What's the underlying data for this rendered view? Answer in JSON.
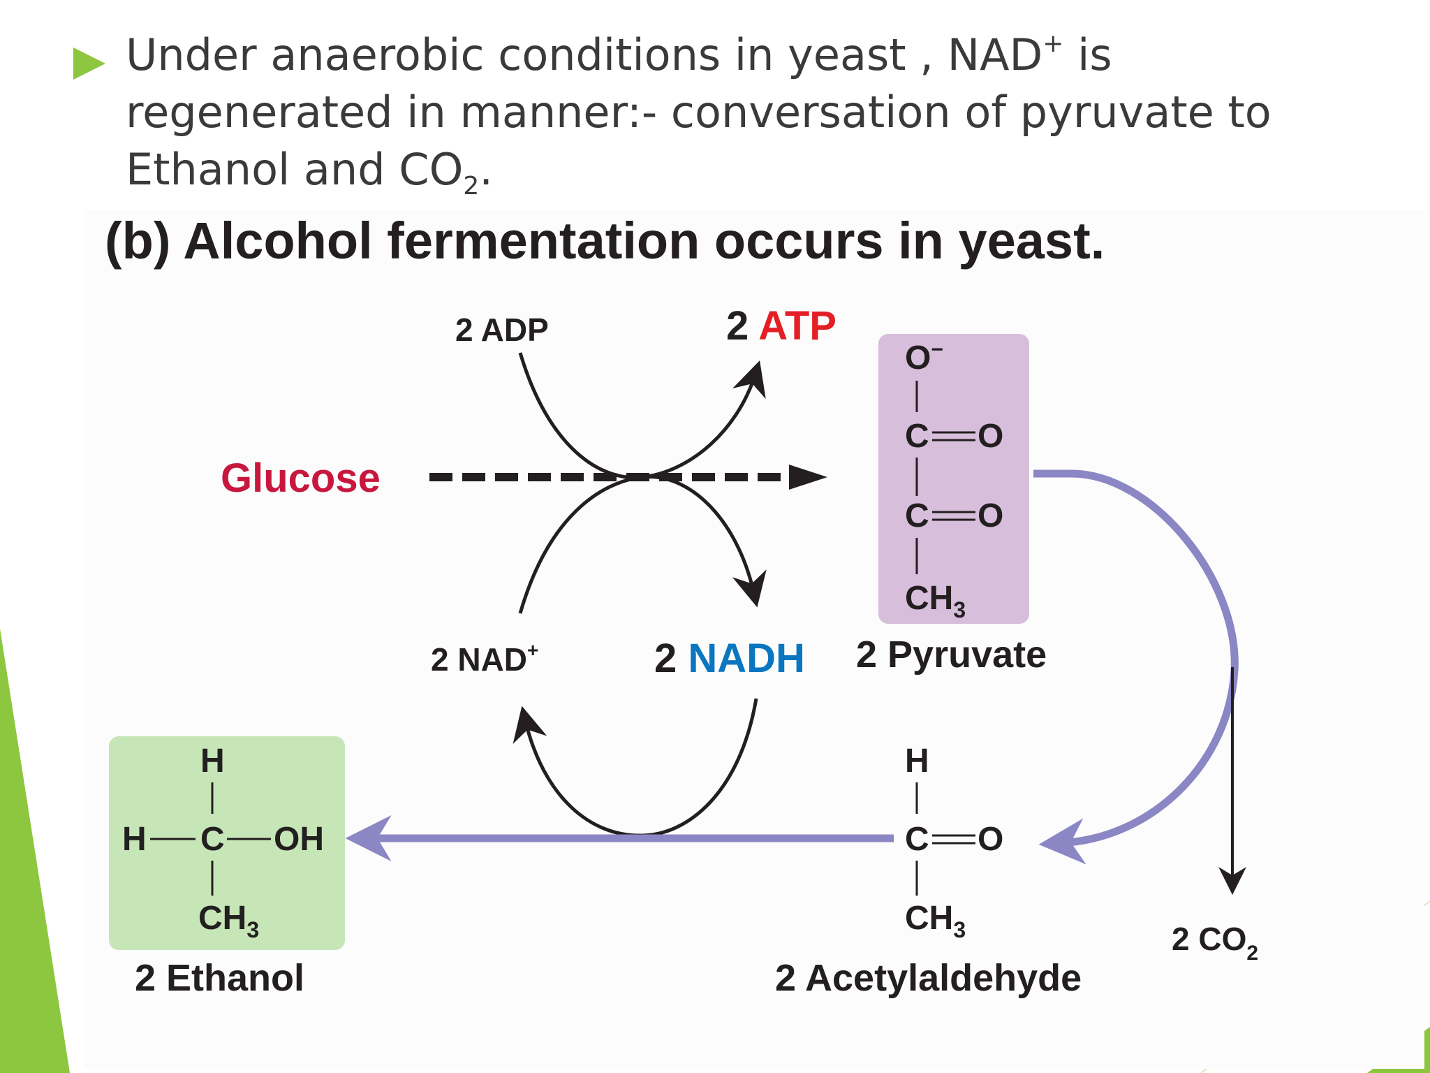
{
  "slide": {
    "bullet": {
      "line1_before": "Under anaerobic conditions in yeast , NAD",
      "line1_sup": "+",
      "line1_after": " is",
      "line2": "regenerated in manner:- conversation of pyruvate to",
      "line3_before": "Ethanol and CO",
      "line3_sub": "2",
      "line3_after": "."
    },
    "accent_color": "#8dc63f"
  },
  "diagram": {
    "title": "(b) Alcohol fermentation occurs in yeast.",
    "colors": {
      "glucose": "#c8173f",
      "atp": "#e31e24",
      "nadh": "#0a76bf",
      "pathway_arrow": "#8b86c4",
      "pyruvate_box": "#d7bedb",
      "ethanol_box": "#c6e6b7",
      "text": "#231f20"
    },
    "labels": {
      "glucose": "Glucose",
      "adp": "2 ADP",
      "atp_count": "2",
      "atp": "ATP",
      "nad_count": "2 NAD",
      "nad_sup": "+",
      "nadh_count": "2",
      "nadh": "NADH",
      "pyruvate": "2 Pyruvate",
      "acetaldehyde": "2 Acetylaldehyde",
      "ethanol": "2 Ethanol",
      "co2_count": "2 CO",
      "co2_sub": "2"
    },
    "pyruvate_structure": {
      "o_minus": "O",
      "minus": "−",
      "c1": "C",
      "o1": "O",
      "c2": "C",
      "o2": "O",
      "ch": "CH",
      "ch_sub": "3"
    },
    "acetaldehyde_structure": {
      "h": "H",
      "c": "C",
      "o": "O",
      "ch": "CH",
      "ch_sub": "3"
    },
    "ethanol_structure": {
      "h_top": "H",
      "h_left": "H",
      "c": "C",
      "oh": "OH",
      "ch": "CH",
      "ch_sub": "3"
    }
  }
}
